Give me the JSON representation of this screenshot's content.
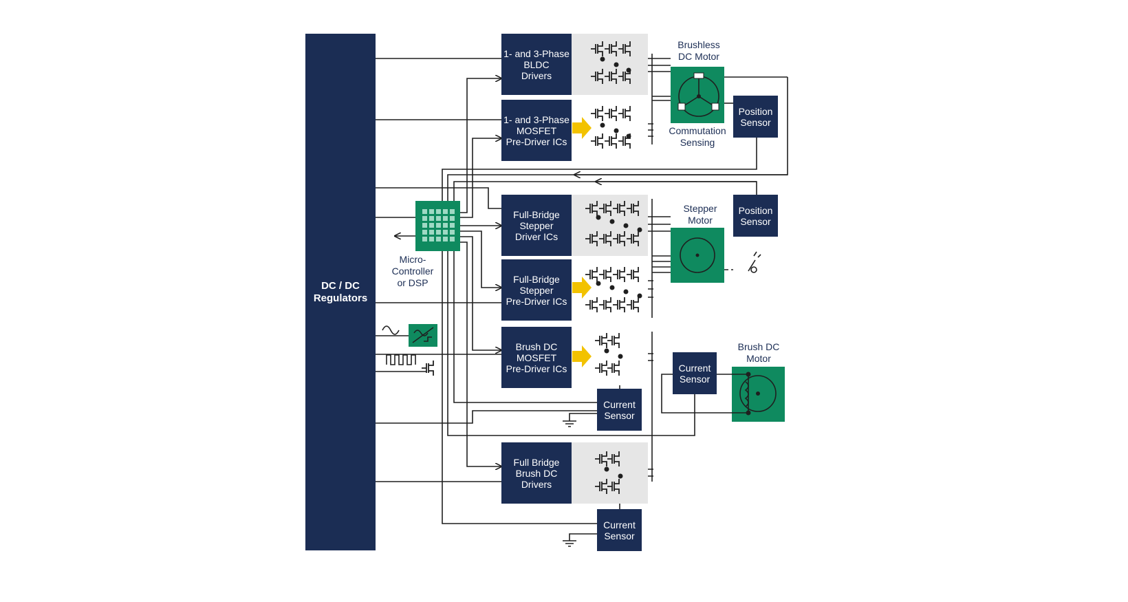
{
  "regulators": "DC / DC\nRegulators",
  "micro": "Micro-\nController\nor DSP",
  "blocks": {
    "bldc_drivers": "1- and 3-Phase\nBLDC\nDrivers",
    "mosfet_predriver": "1- and 3-Phase\nMOSFET\nPre-Driver ICs",
    "stepper_driver": "Full-Bridge\nStepper\nDriver ICs",
    "stepper_predriver": "Full-Bridge\nStepper\nPre-Driver ICs",
    "brush_predriver": "Brush DC\nMOSFET\nPre-Driver ICs",
    "brush_driver": "Full Bridge\nBrush DC\nDrivers"
  },
  "sensors": {
    "position_1": "Position\nSensor",
    "position_2": "Position\nSensor",
    "current_1": "Current\nSensor",
    "current_2": "Current\nSensor",
    "current_3": "Current\nSensor"
  },
  "motors": {
    "bldc": "Brushless\nDC Motor",
    "commutation": "Commutation\nSensing",
    "stepper": "Stepper\nMotor",
    "brush": "Brush DC\nMotor"
  },
  "colors": {
    "navy": "#1b2d54",
    "green": "#0f8a5f",
    "yellow": "#f2c200",
    "gray": "#e6e6e6"
  }
}
